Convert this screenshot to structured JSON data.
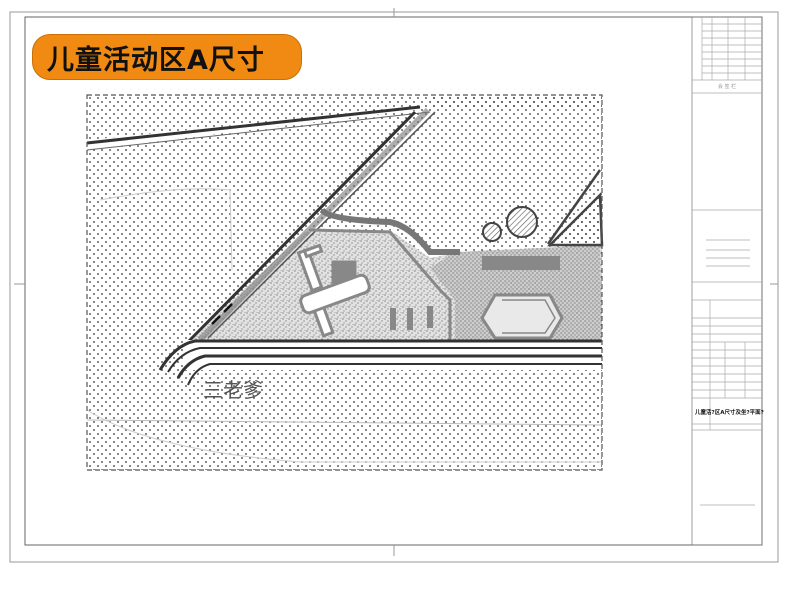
{
  "slide": {
    "title": "儿童活动区A尺寸",
    "title_bg_color": "#f08a12"
  },
  "drawing": {
    "site_label": "三老爹",
    "title_block": {
      "drawing_title": "儿童活?区A尺寸及坐?平面?",
      "approval_label": "会 签 栏"
    }
  }
}
